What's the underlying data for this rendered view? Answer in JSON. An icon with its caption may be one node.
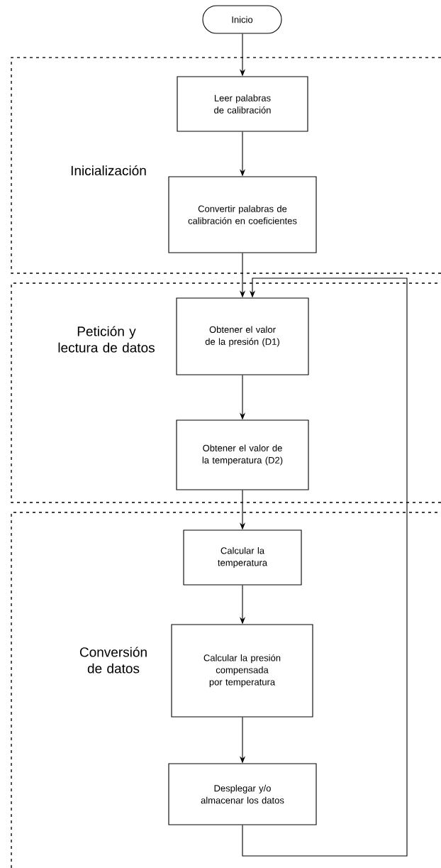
{
  "diagram": {
    "nodes": [
      {
        "text": [
          "Inicio"
        ]
      },
      {
        "text": [
          "Inicialización"
        ]
      },
      {
        "text": [
          "Leer palabras de calibración"
        ],
        "in": 1
      },
      {
        "text": [
          "Convertir palabras de calibración en coeficientes"
        ],
        "in": 1
      },
      {
        "text": [
          "Petición y lectura de datos"
        ]
      },
      {
        "text": [
          "Obtener el valor de la presión (D1)"
        ],
        "in": 4
      },
      {
        "text": [
          "Obtener el valor de la temperatura (D2)"
        ],
        "in": 4
      },
      {
        "text": [
          "Conversión de datos"
        ]
      },
      {
        "text": [
          "Calcular la temperatura"
        ],
        "in": 7
      },
      {
        "text": [
          "Calcular la presión compensada por temperatura"
        ],
        "in": 7
      },
      {
        "text": [
          "Desplegar y/o almacenar los datos"
        ],
        "in": 7
      }
    ],
    "edges": [
      {
        "from": 0,
        "to": 2,
        "arrow": "to"
      },
      {
        "from": 2,
        "to": 3,
        "arrow": "to"
      },
      {
        "from": 3,
        "to": 5,
        "arrow": "to"
      },
      {
        "from": 5,
        "to": 6,
        "arrow": "to"
      },
      {
        "from": 6,
        "to": 8,
        "arrow": "to"
      },
      {
        "from": 8,
        "to": 9,
        "arrow": "to"
      },
      {
        "from": 9,
        "to": 10,
        "arrow": "to"
      },
      {
        "from": 10,
        "to": 5,
        "arrow": "to"
      }
    ]
  }
}
